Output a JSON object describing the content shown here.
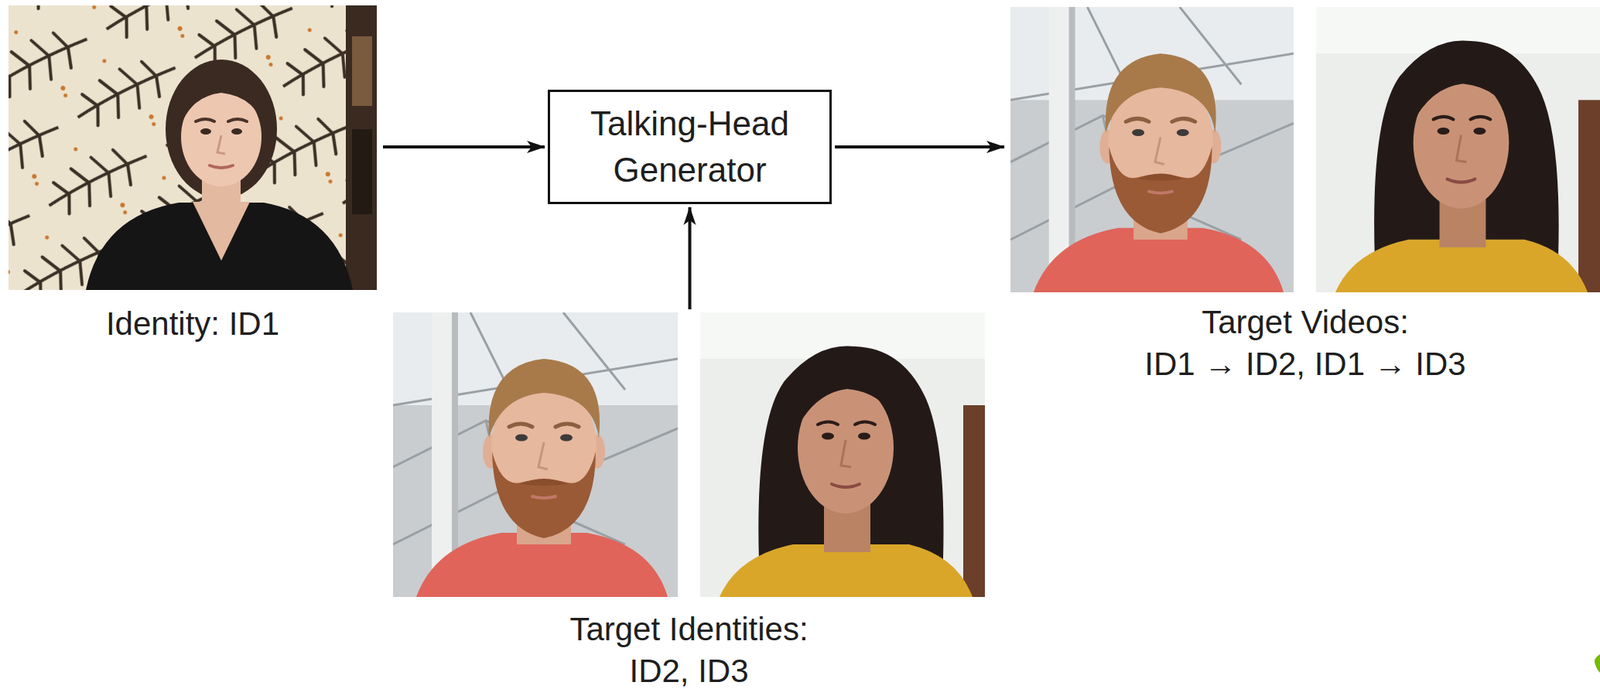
{
  "diagram": {
    "nodes": [
      {
        "text": [
          "Identity: ID1"
        ]
      },
      {
        "text": [
          "Talking-Head Generator"
        ]
      },
      {
        "text": [
          "Target Identities: ID2, ID3"
        ]
      },
      {
        "text": [
          "Target Videos: ID1 → ID2, ID1 → ID3"
        ]
      }
    ],
    "edges": [
      {
        "from": 0,
        "to": 1,
        "arrow": "to"
      },
      {
        "from": 2,
        "to": 1,
        "arrow": "to"
      },
      {
        "from": 1,
        "to": 3,
        "arrow": "to"
      }
    ]
  }
}
